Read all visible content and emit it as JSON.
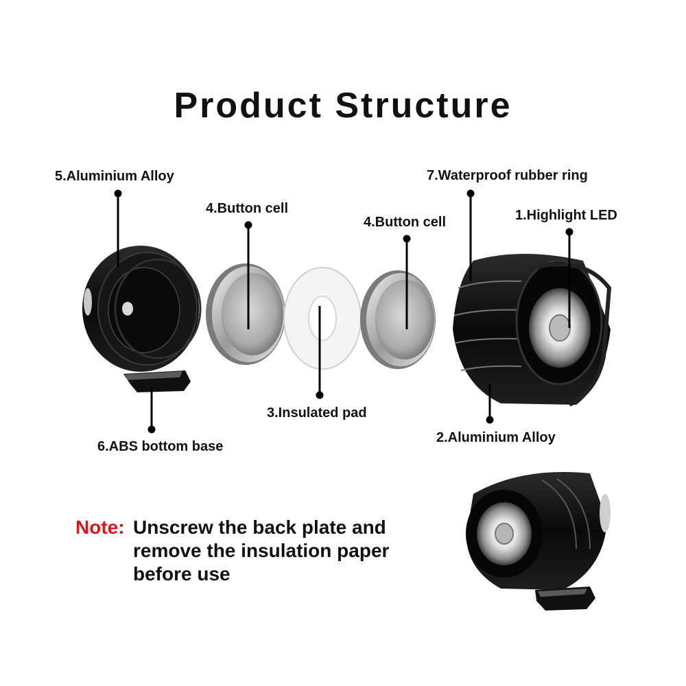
{
  "title": "Product Structure",
  "labels": {
    "aluminium_alloy_5": "5.Aluminium Alloy",
    "button_cell_left": "4.Button cell",
    "button_cell_right": "4.Button cell",
    "waterproof_ring": "7.Waterproof rubber ring",
    "highlight_led": "1.Highlight LED",
    "insulated_pad": "3.Insulated pad",
    "abs_base": "6.ABS bottom base",
    "aluminium_alloy_2": "2.Aluminium Alloy"
  },
  "note": {
    "tag": "Note:",
    "lines": [
      "Unscrew the back plate and",
      "remove the insulation paper",
      "before use"
    ]
  },
  "colors": {
    "note_tag": "#e0141b",
    "text": "#111111",
    "body_black": "#0d0d0d"
  }
}
